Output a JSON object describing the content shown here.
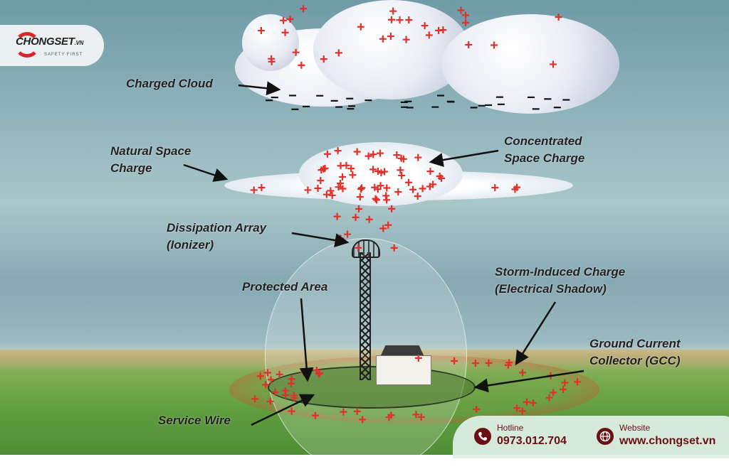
{
  "logo": {
    "name": "CHONGSET",
    "suffix": ".VN",
    "tagline": "SAFETY FIRST"
  },
  "labels": {
    "charged_cloud": "Charged Cloud",
    "natural_space_charge": [
      "Natural Space",
      "Charge"
    ],
    "concentrated_space_charge": [
      "Concentrated",
      "Space Charge"
    ],
    "dissipation_array": [
      "Dissipation Array",
      "(Ionizer)"
    ],
    "protected_area": "Protected Area",
    "storm_induced_charge": [
      "Storm-Induced Charge",
      "(Electrical Shadow)"
    ],
    "ground_current_collector": [
      "Ground Current",
      "Collector (GCC)"
    ],
    "service_wire": "Service Wire"
  },
  "contact": {
    "hotline_label": "Hotline",
    "hotline": "0973.012.704",
    "website_label": "Website",
    "website": "www.chongset.vn",
    "icons": [
      "phone-icon",
      "globe-icon"
    ]
  },
  "colors": {
    "charge_plus": "#e0302a",
    "brand": "#6b0f12",
    "logo_red": "#d8262a"
  }
}
